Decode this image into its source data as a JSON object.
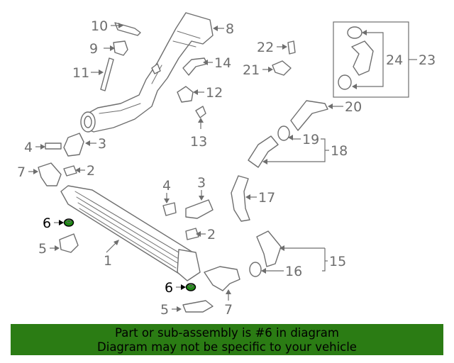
{
  "callouts": {
    "c1": "1",
    "c2a": "2",
    "c2b": "2",
    "c3a": "3",
    "c3b": "3",
    "c4a": "4",
    "c4b": "4",
    "c5a": "5",
    "c5b": "5",
    "c6a": "6",
    "c6b": "6",
    "c7a": "7",
    "c7b": "7",
    "c8": "8",
    "c9": "9",
    "c10": "10",
    "c11": "11",
    "c12": "12",
    "c13": "13",
    "c14": "14",
    "c15": "15",
    "c16": "16",
    "c17": "17",
    "c18": "18",
    "c19": "19",
    "c20": "20",
    "c21": "21",
    "c22": "22",
    "c23": "23",
    "c24": "24"
  },
  "highlight": {
    "part_number": "6",
    "color": "#1d8a12"
  },
  "banner": {
    "line1": "Part or sub-assembly is #6 in diagram",
    "line2": "Diagram may not be specific to your vehicle",
    "background": "#2b7c14"
  }
}
